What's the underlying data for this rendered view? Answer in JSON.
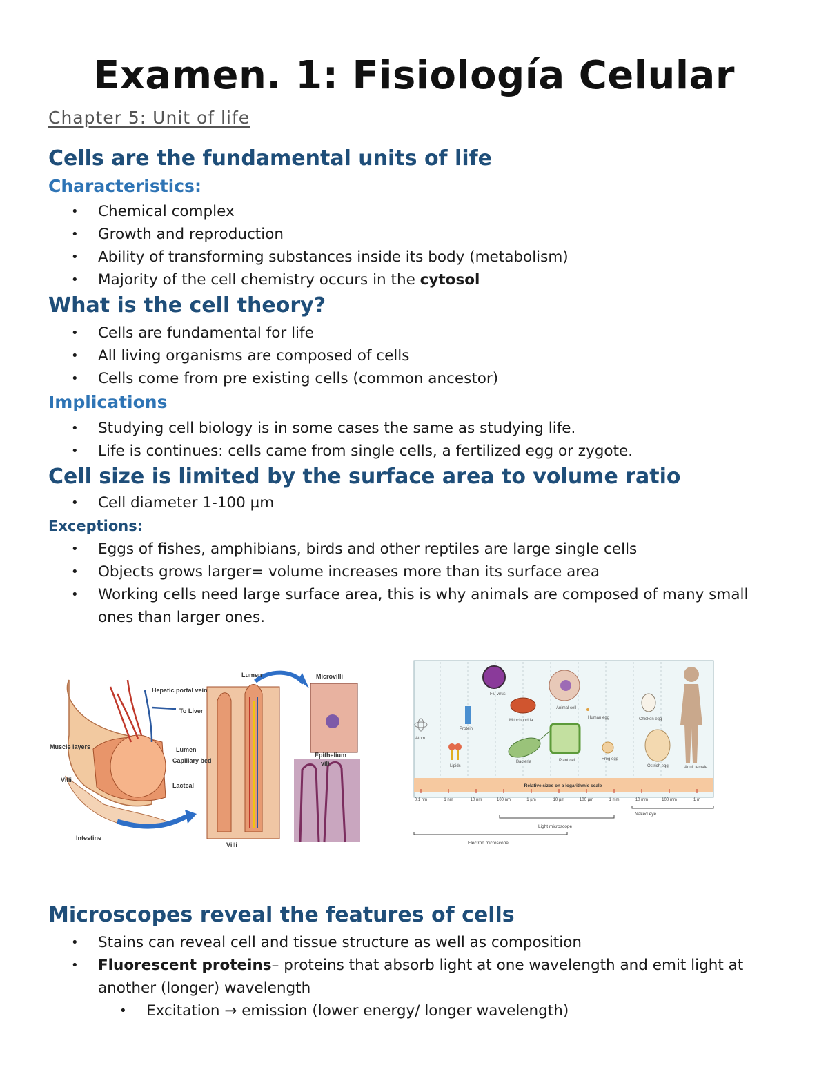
{
  "title": "Examen. 1: Fisiología Celular",
  "chapter": "Chapter 5: Unit of life",
  "sections": {
    "cells": {
      "heading": "Cells are the fundamental units of life",
      "subheading": "Characteristics:",
      "items": [
        "Chemical complex",
        "Growth and reproduction",
        "Ability of transforming substances inside its body (metabolism)",
        "Majority of the cell chemistry occurs in the "
      ],
      "bold_term": "cytosol"
    },
    "theory": {
      "heading": "What is the cell theory?",
      "items": [
        "Cells are fundamental for life",
        "All living organisms are composed of cells",
        "Cells come from pre existing cells (common ancestor)"
      ]
    },
    "implications": {
      "heading": "Implications",
      "items": [
        "Studying cell biology is in some cases the same as studying life.",
        "Life is continues: cells came from single cells, a fertilized egg or zygote."
      ]
    },
    "size": {
      "heading": "Cell size is limited by the surface area to volume ratio",
      "items": [
        "Cell diameter 1-100 µm"
      ],
      "exceptions_heading": "Exceptions:",
      "exceptions": [
        "Eggs of fishes, amphibians, birds and other reptiles are large single cells",
        "Objects grows larger= volume increases more than its surface area",
        "Working cells need large surface area, this is why animals are composed of many small ones than larger ones."
      ]
    },
    "microscopes": {
      "heading": "Microscopes reveal the features of cells",
      "item1": "Stains can reveal cell and tissue structure as well as composition",
      "item2_bold": "Fluorescent proteins",
      "item2_rest": "– proteins that absorb light at one wavelength and emit light at another (longer) wavelength",
      "sub_item": "Excitation → emission (lower energy/ longer wavelength)"
    }
  },
  "figure_intestine": {
    "labels": {
      "hepatic": "Hepatic portal vein",
      "to_liver": "To Liver",
      "muscle": "Muscle layers",
      "villi_left": "Villi",
      "intestine": "Intestine",
      "lumen_top": "Lumen",
      "lumen_mid": "Lumen",
      "capillary": "Capillary bed",
      "lacteal": "Lacteal",
      "villi_bottom": "Villi",
      "microvilli": "Microvilli",
      "epithelium": "Epithelium",
      "villi_micro": "vili"
    }
  },
  "figure_scale": {
    "organisms": {
      "atom": "Atom",
      "protein": "Protein",
      "lipids": "Lipids",
      "flu": "Flu virus",
      "mito": "Mitochondria",
      "bacteria": "Bacteria",
      "animal": "Animal cell",
      "plant": "Plant cell",
      "human_egg": "Human egg",
      "frog": "Frog egg",
      "chicken": "Chicken egg",
      "ostrich": "Ostrich egg",
      "adult": "Adult female"
    },
    "bar_label": "Relative sizes on a logarithmic scale",
    "ticks": [
      "0.1 nm",
      "1 nm",
      "10 nm",
      "100 nm",
      "1 µm",
      "10 µm",
      "100 µm",
      "1 mm",
      "10 mm",
      "100 mm",
      "1 m"
    ],
    "naked_eye": "Naked eye",
    "light": "Light microscope",
    "electron": "Electron microscope"
  }
}
